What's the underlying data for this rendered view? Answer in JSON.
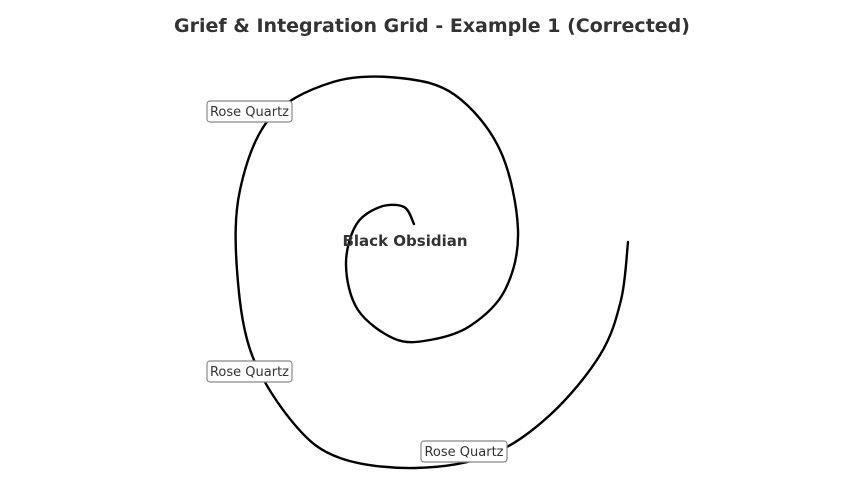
{
  "title": "Grief & Integration Grid - Example 1 (Corrected)",
  "center_stone": "Black Obsidian",
  "outer_stones": [
    {
      "label": "Rose Quartz"
    },
    {
      "label": "Rose Quartz"
    },
    {
      "label": "Rose Quartz"
    }
  ],
  "colors": {
    "spiral": "#000000",
    "text": "#333333",
    "label_border": "#888888",
    "label_fill": "#ffffff"
  }
}
